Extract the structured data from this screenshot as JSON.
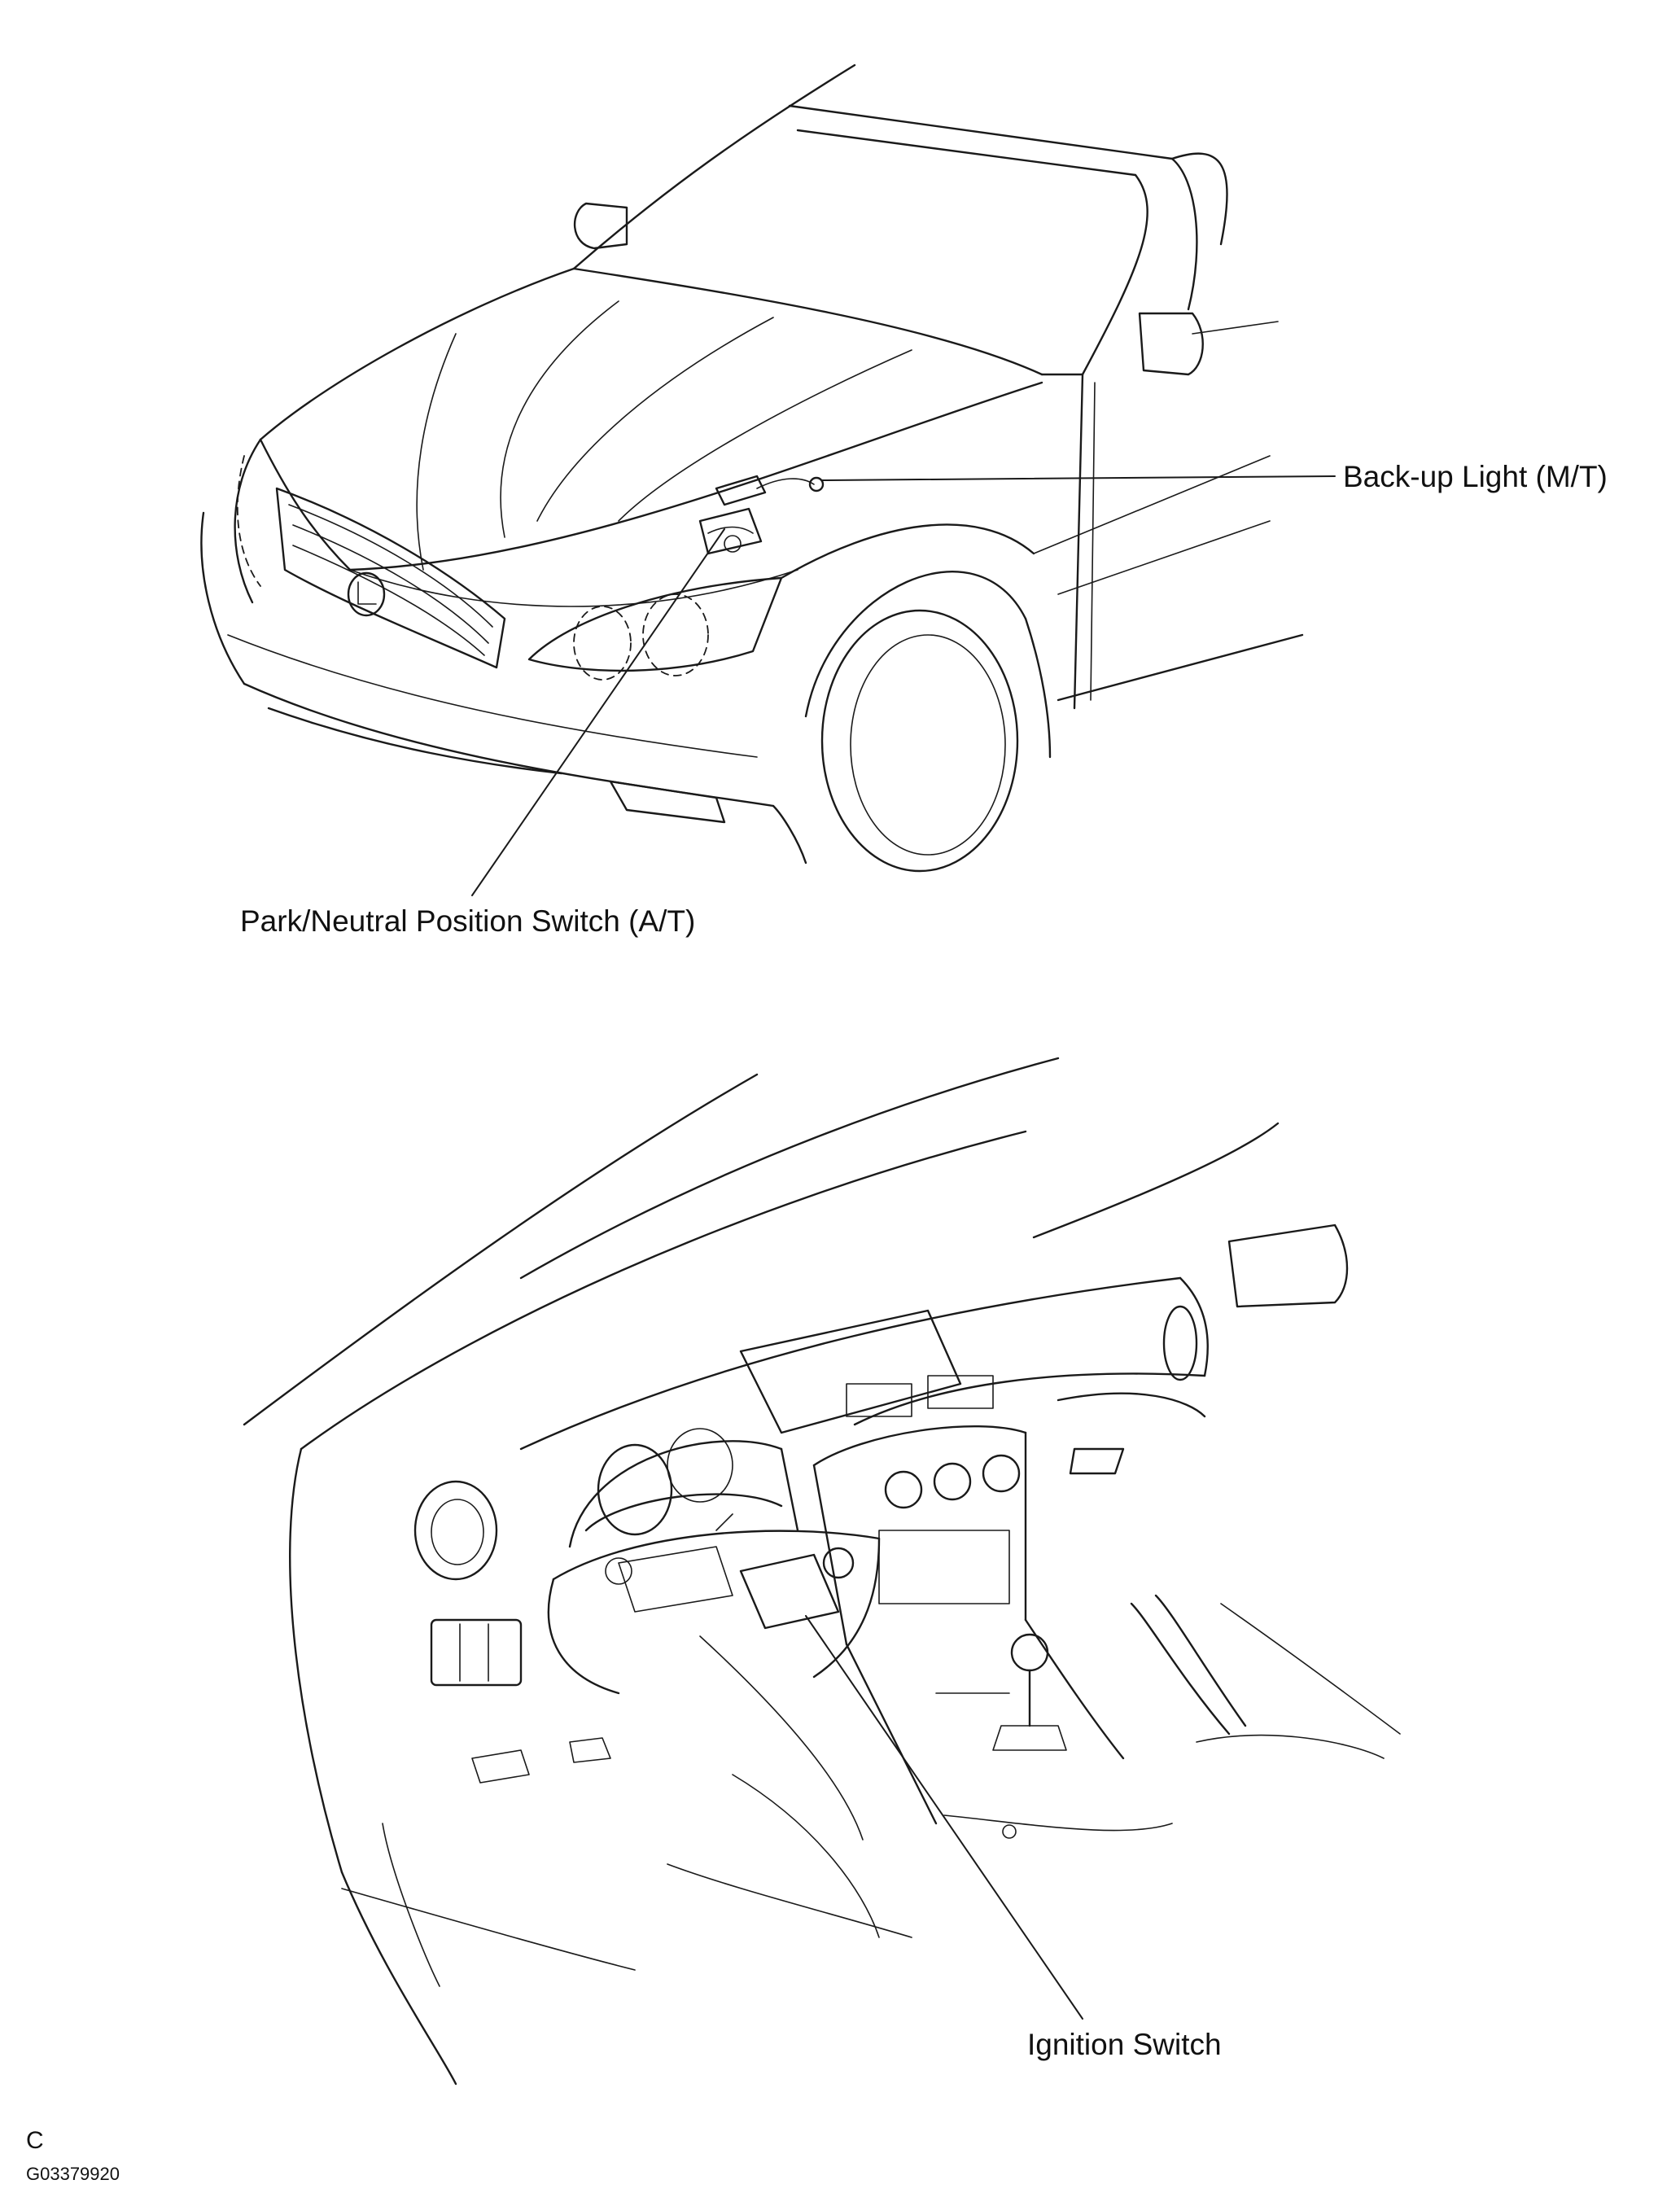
{
  "callouts": {
    "backup_light": "Back-up Light (M/T)",
    "park_neutral": "Park/Neutral Position Switch (A/T)",
    "ignition": "Ignition Switch"
  },
  "footer": {
    "section_letter": "C",
    "figure_code": "G03379920"
  },
  "icons": [
    "lexus-emblem-icon",
    "steering-column-icon",
    "gear-shift-icon"
  ],
  "colors": {
    "line": "#1a1a1a",
    "background": "#ffffff"
  }
}
